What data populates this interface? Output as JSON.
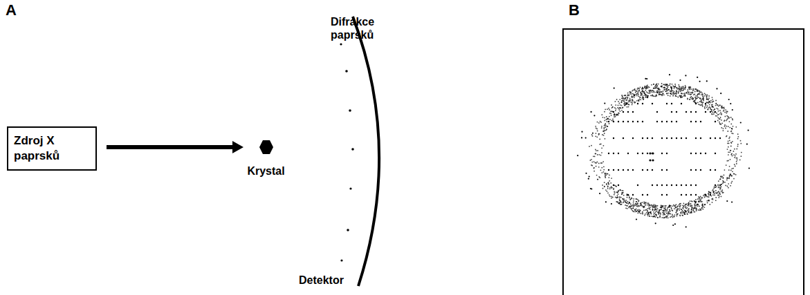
{
  "diagram": {
    "nodes": [
      {
        "text": [
          "Zdroj X paprsků"
        ]
      },
      {
        "text": [
          "Krystal"
        ]
      }
    ],
    "edges": [
      {
        "from": 0,
        "to": 1,
        "arrow": "to"
      }
    ],
    "labels": [
      "A",
      "B",
      "Difrakce paprsků",
      "Detektor"
    ]
  }
}
